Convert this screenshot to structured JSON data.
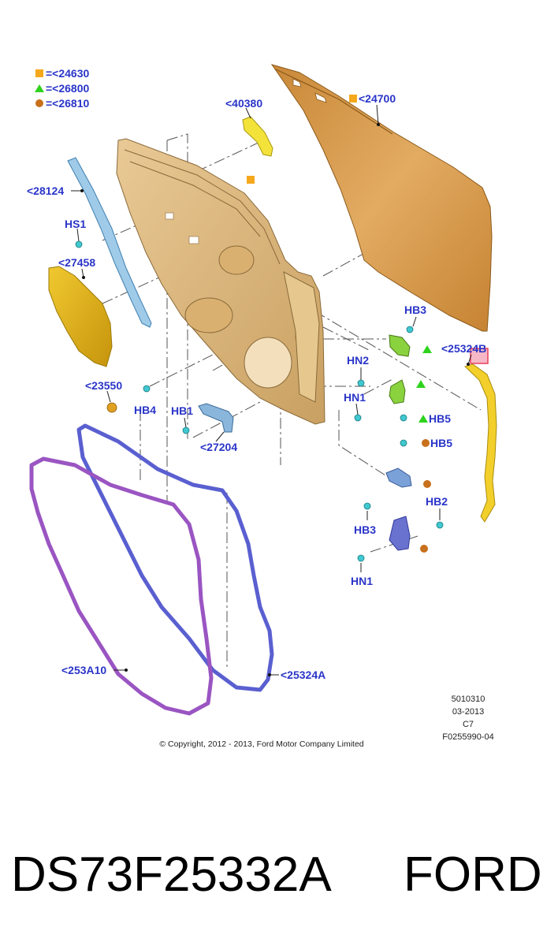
{
  "legend": [
    {
      "marker": "square",
      "color": "#f5a81c",
      "text": "=<24630"
    },
    {
      "marker": "triangle",
      "color": "#2fd31e",
      "text": "=<26800"
    },
    {
      "marker": "circle",
      "color": "#c8701c",
      "text": "=<26810"
    }
  ],
  "labels": {
    "p40380": "<40380",
    "p24700": "<24700",
    "p28124": "<28124",
    "hs1": "HS1",
    "p27458": "<27458",
    "hb3_top": "HB3",
    "p25324b": "<25324B",
    "hn2": "HN2",
    "p23550": "<23550",
    "hb4": "HB4",
    "hn1_mid": "HN1",
    "hb1": "HB1",
    "hb5_a": "HB5",
    "hb5_b": "HB5",
    "p27204": "<27204",
    "hb2": "HB2",
    "hb3_low": "HB3",
    "hn1_low": "HN1",
    "p253a10": "<253A10",
    "p25324a": "<25324A"
  },
  "meta": {
    "code": "5010310",
    "date": "03-2013",
    "rev": "C7",
    "fig": "F0255990-04"
  },
  "copyright": "© Copyright, 2012 - 2013, Ford Motor Company Limited",
  "footer": {
    "part_number": "DS73F25332A",
    "brand": "FORD"
  },
  "colors": {
    "label_blue": "#2a35c8",
    "door_panel": "#d89a4a",
    "inner_frame": "#e2bd82",
    "seal_purple": "#9a55c2",
    "seal_blue": "#5a5fd0",
    "felt_yellow": "#e0b21a",
    "highlight_red": "#e8405a"
  }
}
